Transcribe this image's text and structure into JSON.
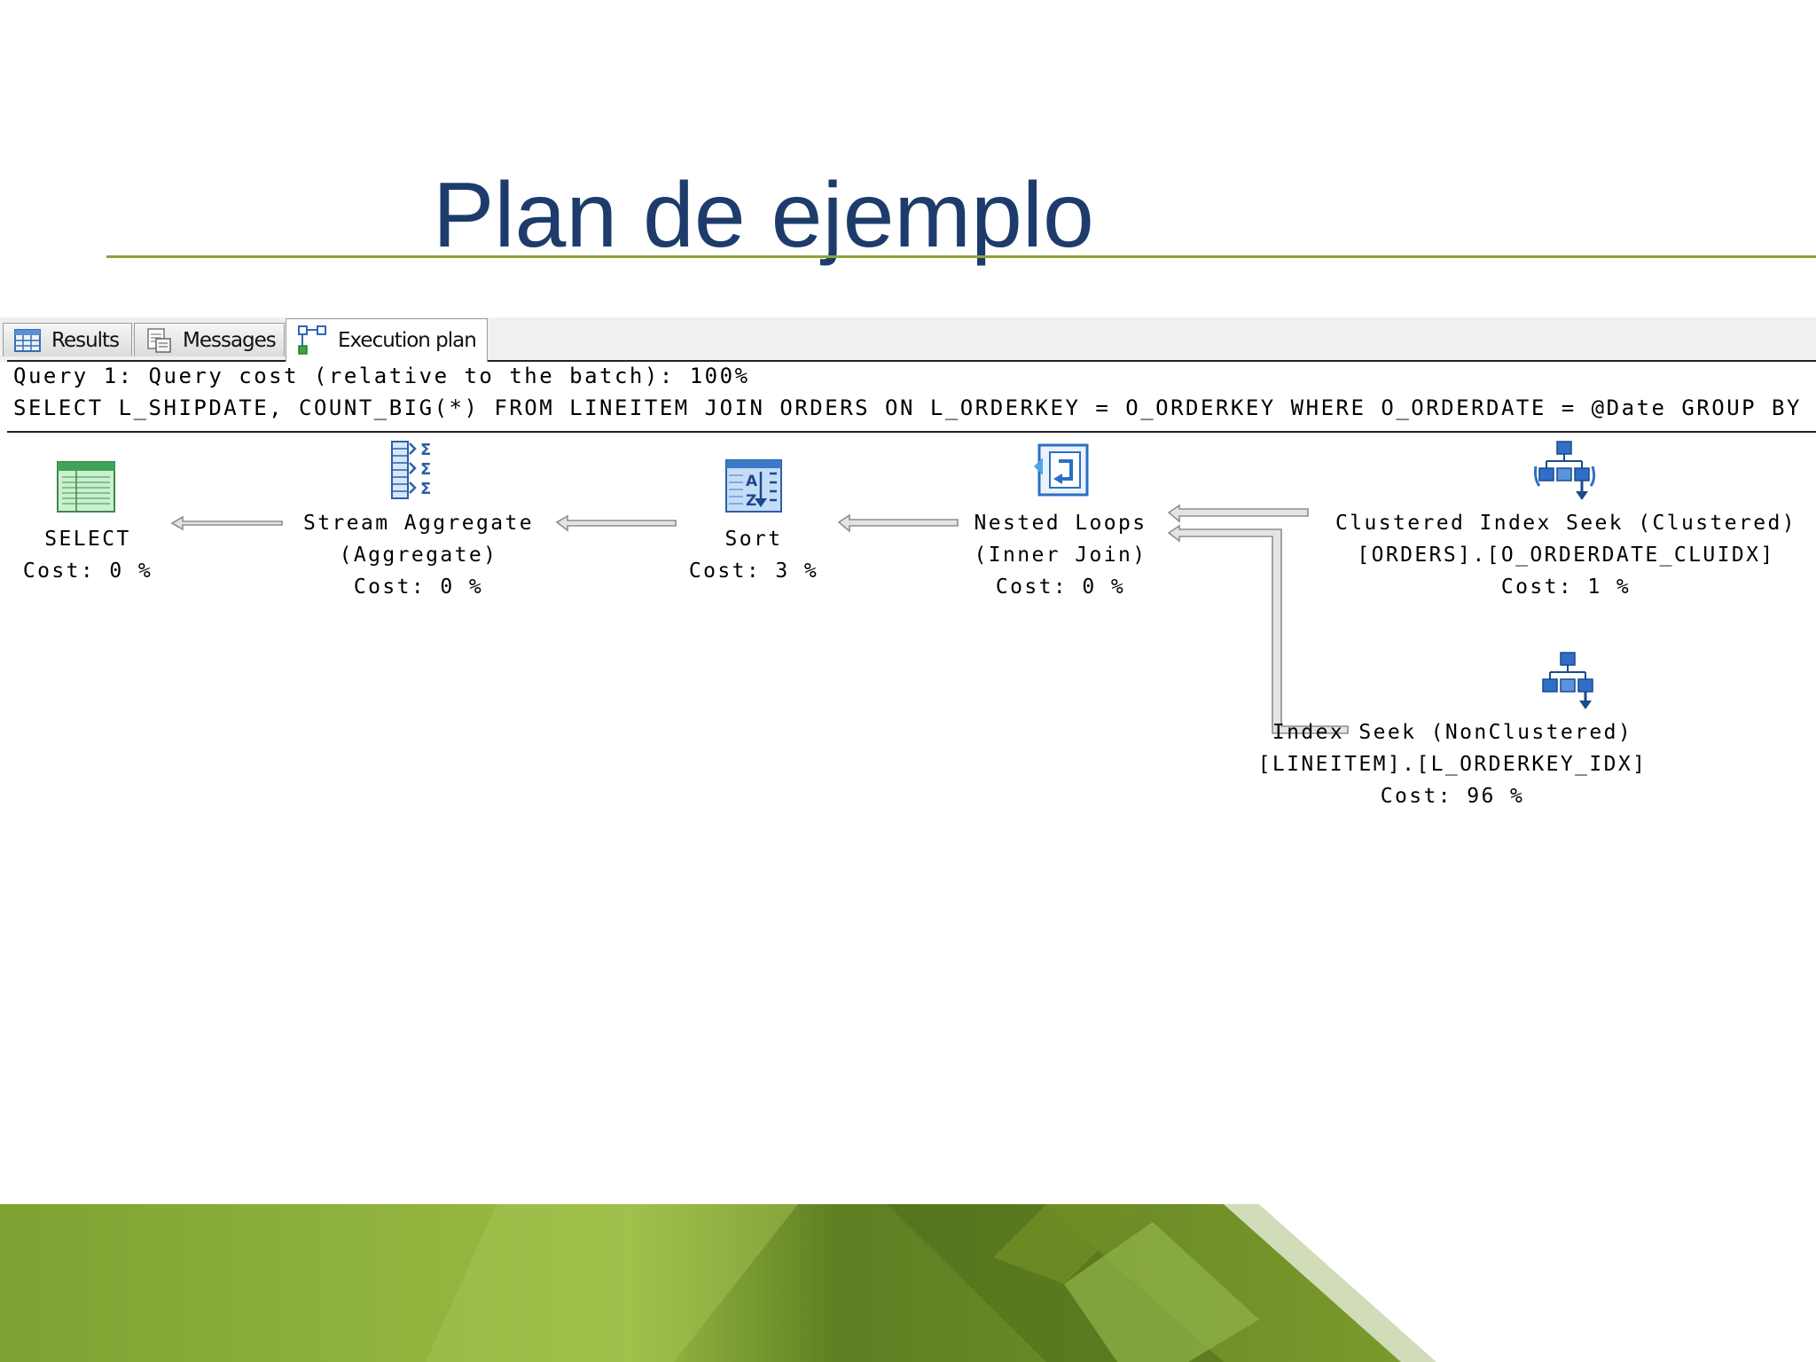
{
  "slide": {
    "title": "Plan de ejemplo"
  },
  "tabs": [
    {
      "label": "Results",
      "icon": "results-grid-icon"
    },
    {
      "label": "Messages",
      "icon": "messages-icon"
    },
    {
      "label": "Execution plan",
      "icon": "execution-plan-icon",
      "active": true
    }
  ],
  "query": {
    "cost_line": "Query 1: Query cost (relative to the batch): 100%",
    "sql_line": "SELECT L_SHIPDATE, COUNT_BIG(*) FROM LINEITEM JOIN ORDERS ON L_ORDERKEY = O_ORDERKEY WHERE O_ORDERDATE = @Date GROUP BY L_SHIPDATE"
  },
  "operators": {
    "select": {
      "name": "SELECT",
      "cost": "Cost: 0 %",
      "icon": "select-result-icon"
    },
    "stream_aggregate": {
      "name": "Stream Aggregate",
      "subtitle": "(Aggregate)",
      "cost": "Cost: 0 %",
      "icon": "stream-aggregate-icon"
    },
    "sort": {
      "name": "Sort",
      "cost": "Cost: 3 %",
      "icon": "sort-icon"
    },
    "nested_loops": {
      "name": "Nested Loops",
      "subtitle": "(Inner Join)",
      "cost": "Cost: 0 %",
      "icon": "nested-loops-icon"
    },
    "clustered_seek": {
      "name": "Clustered Index Seek (Clustered)",
      "subtitle": "[ORDERS].[O_ORDERDATE_CLUIDX]",
      "cost": "Cost: 1 %",
      "icon": "clustered-index-seek-icon"
    },
    "index_seek": {
      "name": "Index Seek (NonClustered)",
      "subtitle": "[LINEITEM].[L_ORDERKEY_IDX]",
      "cost": "Cost: 96 %",
      "icon": "index-seek-icon"
    }
  },
  "colors": {
    "title": "#1d3c6b",
    "accent_rule": "#8ea33c",
    "footer_green": "#8aab34"
  }
}
